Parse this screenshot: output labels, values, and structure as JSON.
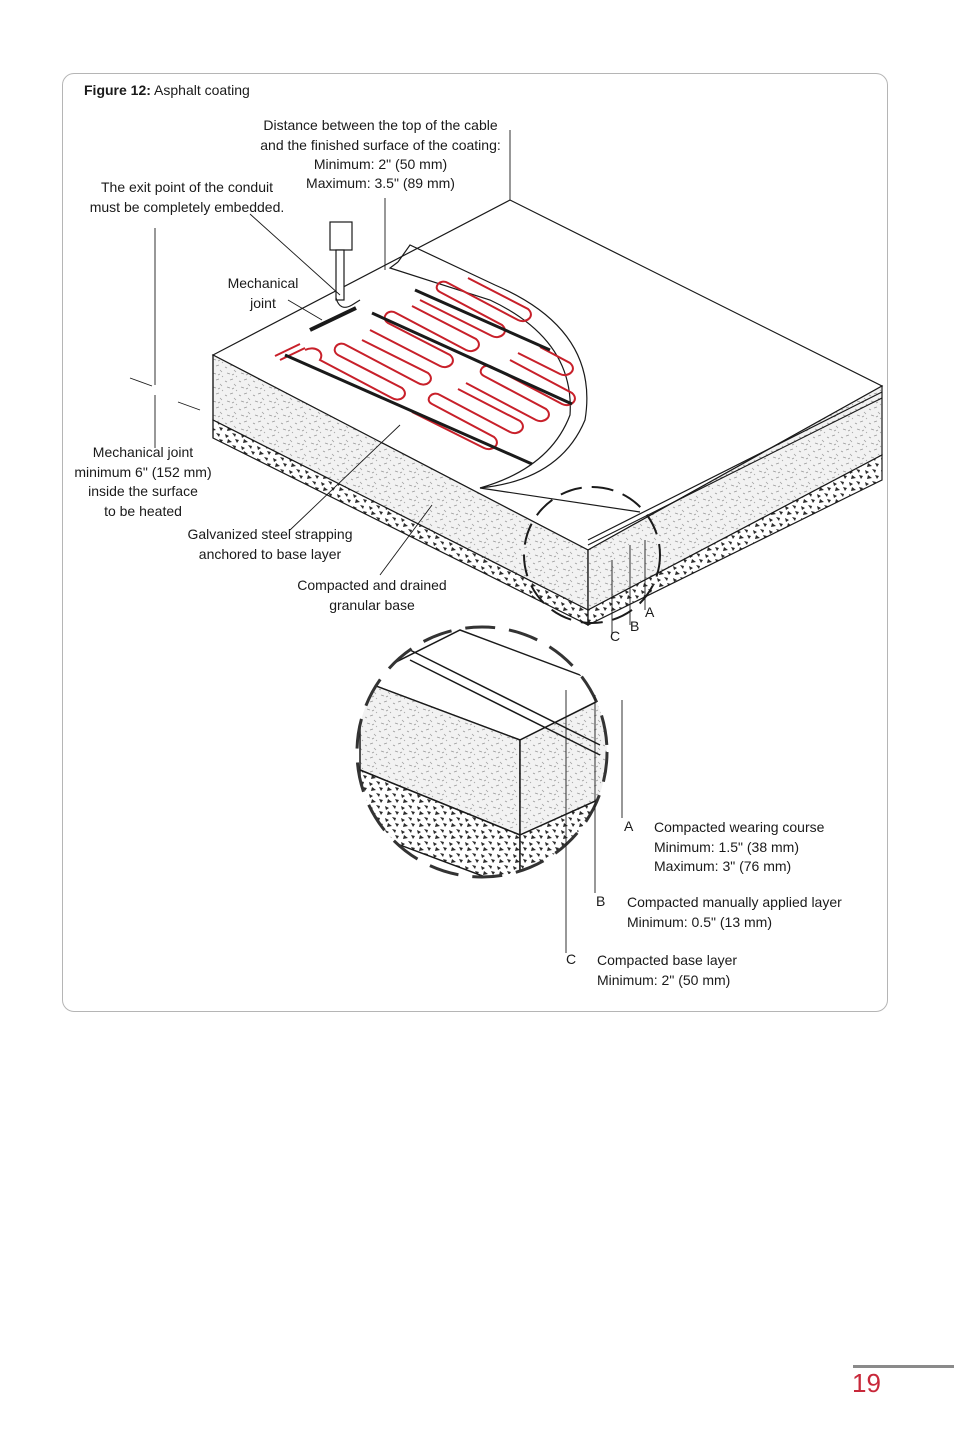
{
  "figure": {
    "number_label": "Figure 12:",
    "title": "Asphalt coating"
  },
  "callouts": {
    "distance": {
      "lines": [
        "Distance between the top of the cable",
        "and the finished surface of the coating:",
        "Minimum: 2\" (50 mm)",
        "Maximum: 3.5\" (89 mm)"
      ]
    },
    "exit_point": {
      "lines": [
        "The exit point of the conduit",
        "must be completely embedded."
      ]
    },
    "mechanical_joint": {
      "lines": [
        "Mechanical",
        "joint"
      ]
    },
    "mechanical_joint_min": {
      "lines": [
        "Mechanical joint",
        "minimum 6\" (152 mm)",
        "inside the surface",
        "to be heated"
      ]
    },
    "strapping": {
      "lines": [
        "Galvanized steel strapping",
        "anchored to base layer"
      ]
    },
    "granular_base": {
      "lines": [
        "Compacted and drained",
        "granular base"
      ]
    }
  },
  "small_letters": {
    "a": "A",
    "b": "B",
    "c": "C"
  },
  "layers": [
    {
      "letter": "A",
      "name": "Compacted wearing course",
      "details": [
        "Minimum: 1.5\" (38 mm)",
        "Maximum: 3\" (76 mm)"
      ]
    },
    {
      "letter": "B",
      "name": "Compacted manually applied layer",
      "details": [
        "Minimum: 0.5\" (13 mm)"
      ]
    },
    {
      "letter": "C",
      "name": "Compacted base layer",
      "details": [
        "Minimum: 2\" (50 mm)"
      ]
    }
  ],
  "colors": {
    "cable": "#c8202a",
    "page_number": "#c8283a",
    "line": "#1a1a1a",
    "frame": "#b5b5b5"
  },
  "page_number": "19"
}
